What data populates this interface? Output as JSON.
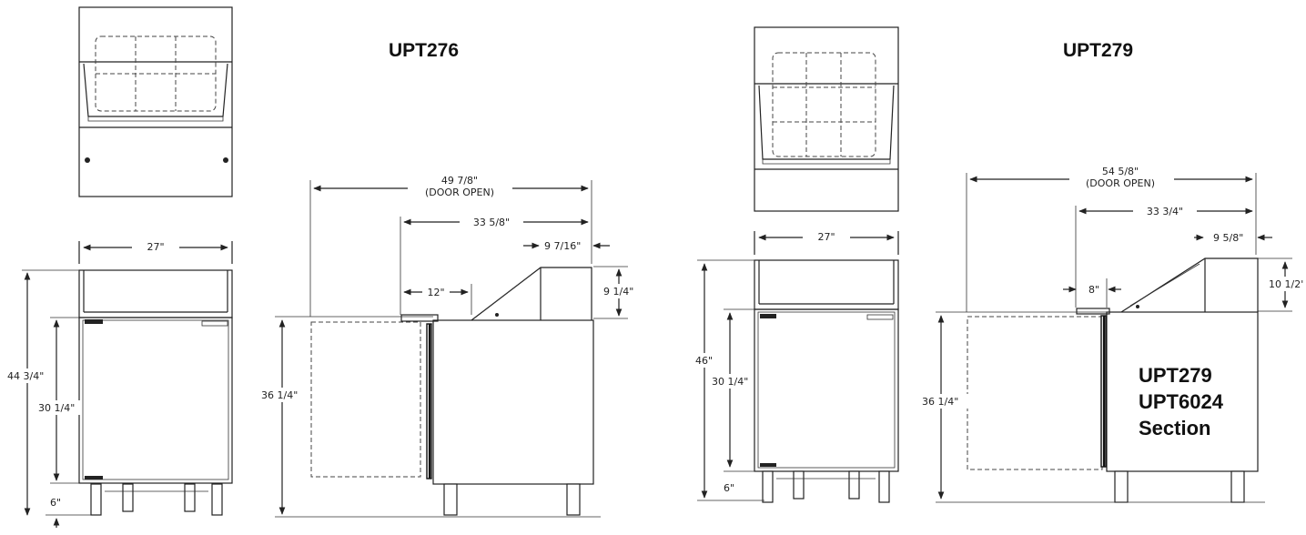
{
  "models": {
    "left": {
      "title": "UPT276",
      "width": "27\"",
      "overall_height": "44 3/4\"",
      "cabinet_height": "30 1/4\"",
      "leg_height": "6\"",
      "depth_door_open": "49 7/8\"",
      "door_open_label": "(DOOR OPEN)",
      "depth": "33 5/8\"",
      "hood_depth": "9 7/16\"",
      "cutting_board": "12\"",
      "hood_height": "9 1/4\"",
      "work_height": "36 1/4\""
    },
    "right": {
      "title": "UPT279",
      "width": "27\"",
      "overall_height": "46\"",
      "cabinet_height": "30 1/4\"",
      "leg_height": "6\"",
      "depth_door_open": "54 5/8\"",
      "door_open_label": "(DOOR OPEN)",
      "depth": "33 3/4\"",
      "hood_depth": "9 5/8\"",
      "cutting_board": "8\"",
      "hood_height": "10 1/2'",
      "work_height": "36 1/4\"",
      "section_line1": "UPT279",
      "section_line2": "UPT6024",
      "section_line3": "Section"
    }
  }
}
